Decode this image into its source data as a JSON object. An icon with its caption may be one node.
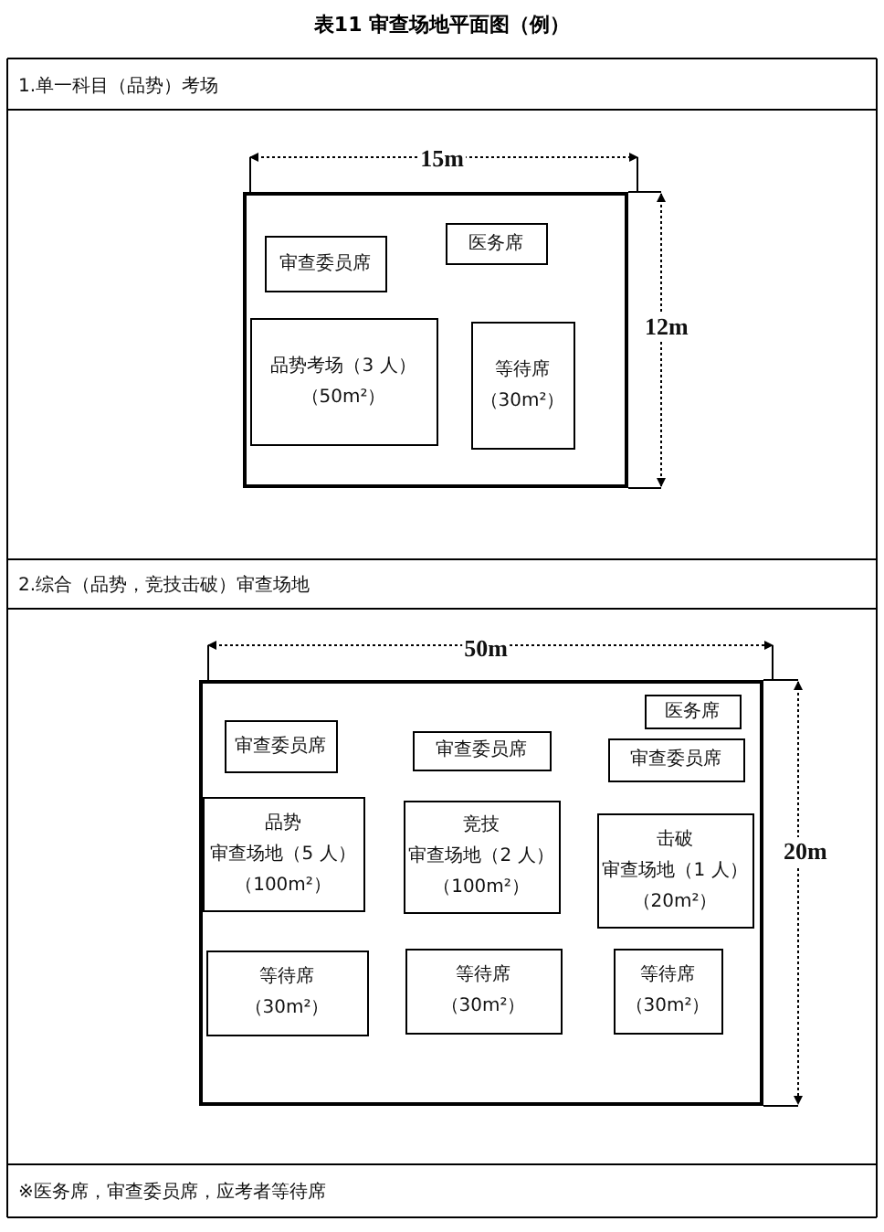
{
  "diagram": {
    "title": "表11 审查场地平面图（例）",
    "nodes": [
      {
        "text": [],
        "shape": "box"
      },
      {
        "text": [
          "审查委员席"
        ],
        "in": 0
      },
      {
        "text": [
          "医务席"
        ],
        "in": 0
      },
      {
        "text": [
          "品势考场（3 人）",
          "（50m²）"
        ],
        "in": 0
      },
      {
        "text": [
          "等待席",
          "（30m²）"
        ],
        "in": 0
      },
      {
        "text": [],
        "shape": "box"
      },
      {
        "text": [
          "医务席"
        ],
        "in": 5
      },
      {
        "text": [
          "审查委员席"
        ],
        "in": 5
      },
      {
        "text": [
          "审查委员席"
        ],
        "in": 5
      },
      {
        "text": [
          "审查委员席"
        ],
        "in": 5
      },
      {
        "text": [
          "品势",
          "审查场地（5 人）",
          "（100m²）"
        ],
        "in": 5
      },
      {
        "text": [
          "竞技",
          "审查场地（2 人）",
          "（100m²）"
        ],
        "in": 5
      },
      {
        "text": [
          "击破",
          "审查场地（1 人）",
          "（20m²）"
        ],
        "in": 5
      },
      {
        "text": [
          "等待席",
          "（30m²）"
        ],
        "in": 5
      },
      {
        "text": [
          "等待席",
          "（30m²）"
        ],
        "in": 5
      },
      {
        "text": [
          "等待席",
          "（30m²）"
        ],
        "in": 5
      }
    ],
    "labels": [
      "1.单一科目（品势）考场",
      "15m",
      "12m",
      "2.综合（品势，竞技击破）审查场地",
      "50m",
      "20m",
      "※医务席，审查委员席，应考者等待席"
    ]
  }
}
